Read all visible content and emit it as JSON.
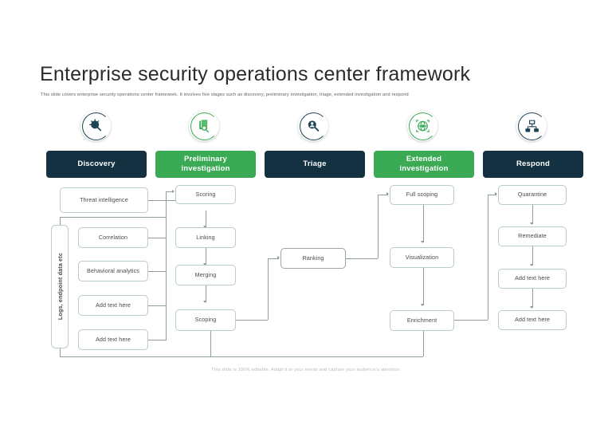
{
  "slide": {
    "title": "Enterprise security operations center framework",
    "subtitle": "This slide covers enterprise security operations center framework. It involves five stages such as discovery, preliminary investigation, triage, extended investigation and respond",
    "footer": "This slide is 100% editable. Adapt it to your needs and capture your audience's attention."
  },
  "colors": {
    "dark_navy": "#133140",
    "green": "#3aaa55",
    "box_border": "#b9cdc0",
    "connector": "#8e9b9f",
    "title_text": "#2b2b2b"
  },
  "stages": [
    {
      "id": "discovery",
      "label": "Discovery",
      "theme": "dark",
      "icon": "bug-magnifier-icon",
      "steps": [
        {
          "label": "Threat intelligence"
        },
        {
          "label": "Logs, endpoint data etc"
        },
        {
          "label": "Correlation"
        },
        {
          "label": "Behavioral analytics"
        },
        {
          "label": "Add text here"
        },
        {
          "label": "Add text here"
        }
      ]
    },
    {
      "id": "preliminary-investigation",
      "label_line1": "Preliminary",
      "label_line2": "investigation",
      "theme": "green",
      "icon": "document-search-icon",
      "steps": [
        {
          "label": "Scoring"
        },
        {
          "label": "Linking"
        },
        {
          "label": "Merging"
        },
        {
          "label": "Scoping"
        }
      ]
    },
    {
      "id": "triage",
      "label": "Triage",
      "theme": "dark",
      "icon": "user-magnifier-icon",
      "steps": [
        {
          "label": "Ranking"
        }
      ]
    },
    {
      "id": "extended-investigation",
      "label_line1": "Extended",
      "label_line2": "investigation",
      "theme": "green",
      "icon": "globe-network-icon",
      "steps": [
        {
          "label": "Full scoping"
        },
        {
          "label": "Visualization"
        },
        {
          "label": "Enrichment"
        }
      ]
    },
    {
      "id": "respond",
      "label": "Respond",
      "theme": "dark",
      "icon": "network-nodes-icon",
      "steps": [
        {
          "label": "Quarantine"
        },
        {
          "label": "Remediate"
        },
        {
          "label": "Add text here"
        },
        {
          "label": "Add text here"
        }
      ]
    }
  ]
}
